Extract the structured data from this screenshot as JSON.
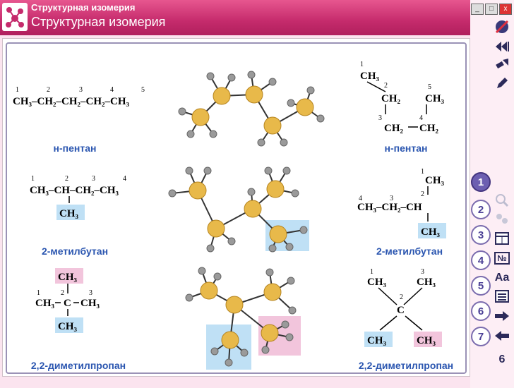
{
  "header": {
    "breadcrumb": "Структурная изомерия",
    "title": "Структурная изомерия"
  },
  "window_controls": {
    "minimize": "_",
    "maximize": "□",
    "close": "x"
  },
  "captions": {
    "row1_left": "н-пентан",
    "row1_right": "н-пентан",
    "row2_left": "2-метилбутан",
    "row2_right": "2-метилбутан",
    "row3_left": "2,2-диметилпропан",
    "row3_right": "2,2-диметилпропан"
  },
  "formulas": {
    "r1_chain": "CH₃–CH₂–CH₂–CH₂–CH₃",
    "ch3": "CH₃",
    "ch2": "CH₂",
    "ch": "CH",
    "c": "C",
    "n1": "1",
    "n2": "2",
    "n3": "3",
    "n4": "4",
    "n5": "5",
    "r2_chain_left": "CH₃–CH–CH₂–CH₃",
    "r2_chain_right": "CH₃–CH₂–CH"
  },
  "nav": {
    "items": [
      "1",
      "2",
      "3",
      "4",
      "5",
      "6",
      "7"
    ],
    "active": "1"
  },
  "right_tools": {
    "aa_label": "Aa",
    "no_label": "№",
    "page_label": "6"
  },
  "colors": {
    "header": "#c52b6c",
    "caption": "#2b56b0",
    "highlight_blue": "#bfe0f5",
    "highlight_pink": "#f2c5dc",
    "carbon": "#e8b94a",
    "hydrogen": "#9a9a9a"
  }
}
